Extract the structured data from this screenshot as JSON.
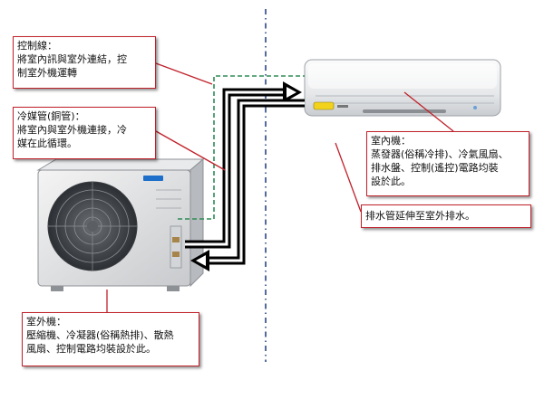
{
  "callouts": {
    "control_wire": {
      "title": "控制線：",
      "body": "將室內訊與室外連結，控\n制室外機運轉"
    },
    "refrigerant_pipe": {
      "title": "冷媒管(銅管)：",
      "body": "將室內與室外機連接，冷\n媒在此循環。"
    },
    "indoor_unit": {
      "title": "室內機：",
      "body": "蒸發器(俗稱冷排)、冷氣風扇、\n排水盤、控制(遙控)電路均裝\n設於此。"
    },
    "drain_pipe": {
      "body": "排水管延伸至室外排水。"
    },
    "outdoor_unit": {
      "title": "室外機：",
      "body": "壓縮機、冷凝器(俗稱熱排)、散熱\n風扇、控制電路均裝設於此。"
    }
  },
  "colors": {
    "callout_border": "#c0212a",
    "wall_line": "#1f3a7a",
    "control_wire": "#2e8b57",
    "pipe": "#000000",
    "outdoor_logo": "#1e6fc9",
    "indoor_badge": "#f2d21b"
  },
  "icons": {
    "indoor_unit": "split-ac-indoor-unit",
    "outdoor_unit": "condenser-outdoor-unit",
    "pipe_arrows": "flow-arrow"
  }
}
